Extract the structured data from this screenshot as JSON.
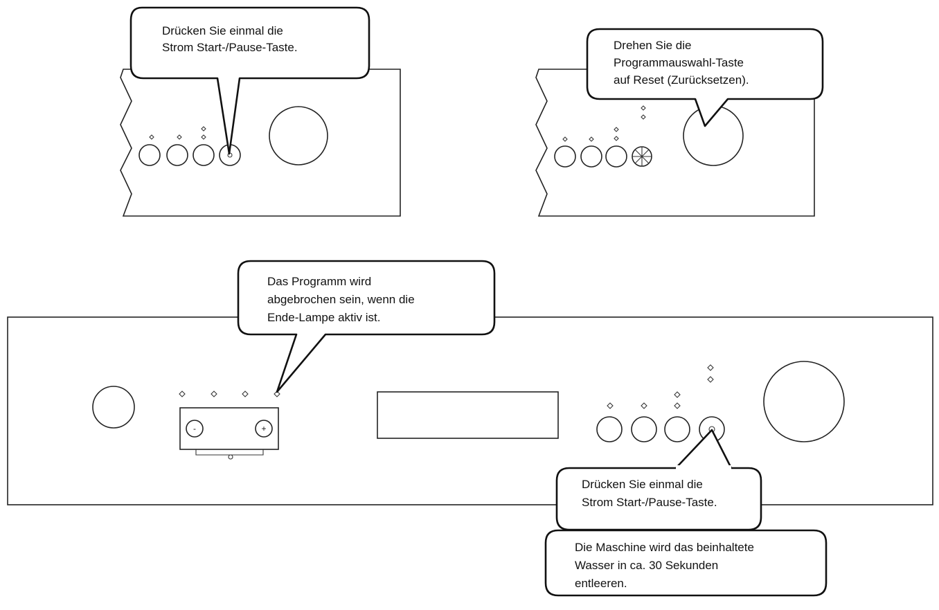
{
  "callouts": {
    "top_left": [
      "Drücken Sie einmal die",
      "Strom Start-/Pause-Taste."
    ],
    "top_right": [
      "Drehen Sie die",
      "Programmauswahl-Taste",
      "auf Reset (Zurücksetzen)."
    ],
    "bottom_middle": [
      "Das Programm wird",
      "abgebrochen sein, wenn die",
      "Ende-Lampe aktiv ist."
    ],
    "bottom_right_press": [
      "Drücken Sie einmal die",
      "Strom Start-/Pause-Taste."
    ],
    "bottom_right_drain": [
      "Die Maschine wird das beinhaltete",
      "Wasser in ca. 30 Sekunden",
      "entleeren."
    ]
  },
  "controls": {
    "minus_symbol": "-",
    "plus_symbol": "+"
  }
}
